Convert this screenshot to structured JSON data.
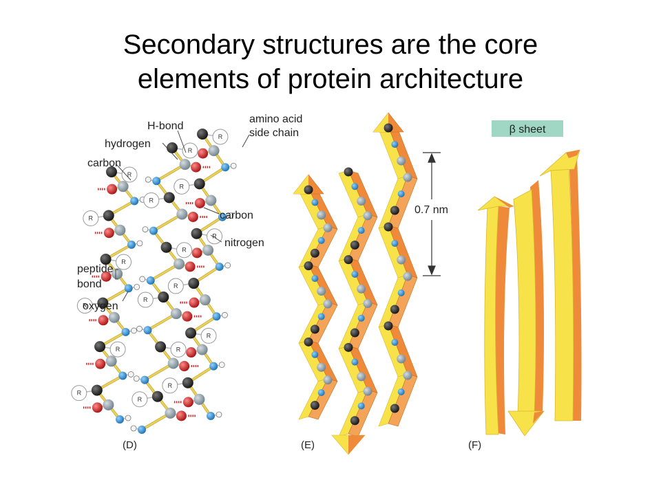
{
  "title": {
    "line1": "Secondary structures are the core",
    "line2": "elements of protein architecture"
  },
  "labels": {
    "amino_acid_1": "amino acid",
    "amino_acid_2": "side chain",
    "h_bond": "H-bond",
    "hydrogen": "hydrogen",
    "carbon_left": "carbon",
    "carbon_right": "carbon",
    "nitrogen": "nitrogen",
    "peptide": "peptide",
    "bond": "bond",
    "oxygen": "oxygen",
    "beta_sheet": "β sheet",
    "distance": "0.7 nm",
    "side_group": "R"
  },
  "panels": {
    "d": "(D)",
    "e": "(E)",
    "f": "(F)"
  },
  "colors": {
    "carbon_alpha": "#2b2b2b",
    "carbon": "#8a9ba5",
    "nitrogen": "#2a8fd6",
    "oxygen": "#d21f1f",
    "hydrogen": "#f2f2f2",
    "bond": "#e9d35a",
    "ribbon_yellow": "#f7e24a",
    "ribbon_orange": "#ee8a3a",
    "badge": "#9fd6c4"
  }
}
